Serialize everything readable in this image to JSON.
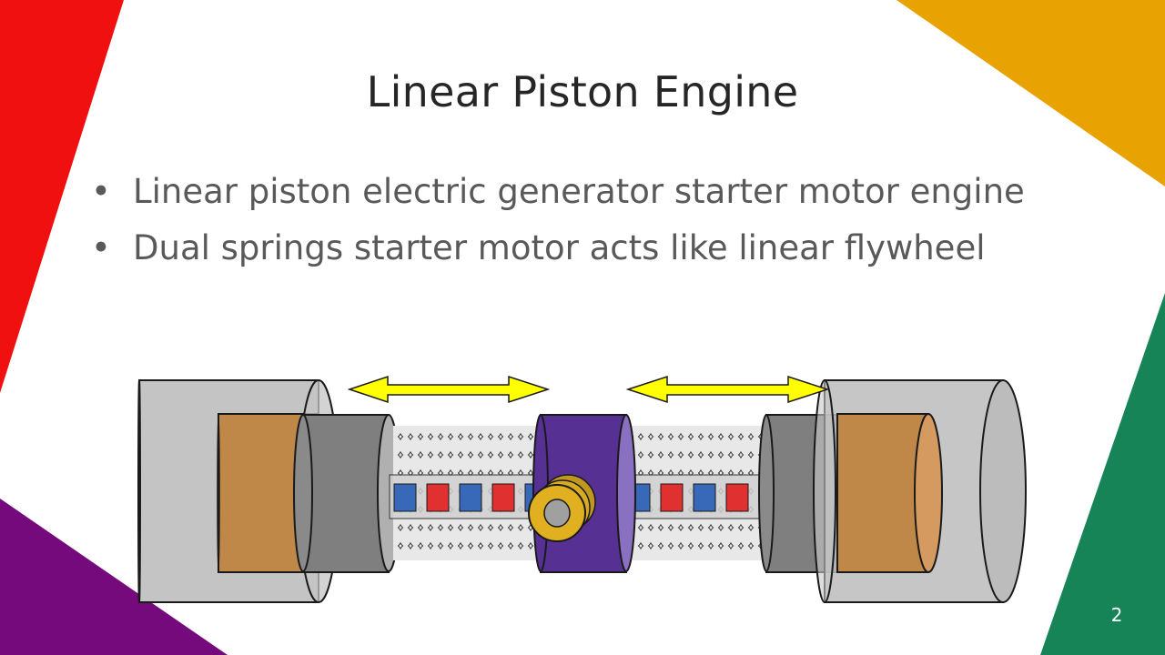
{
  "slide": {
    "title": "Linear Piston Engine",
    "bullets": [
      "Linear piston electric generator starter motor engine",
      "Dual springs starter motor acts like linear flywheel"
    ],
    "page_number": "2"
  },
  "colors": {
    "red": "#f01010",
    "orange": "#e8a202",
    "green": "#168456",
    "purple": "#740a7c",
    "title_text": "#262626",
    "body_text": "#595959",
    "arrow": "#ffff00",
    "center_ring": "#563093",
    "copper": "#c08848",
    "cylinder_gray": "#bcbcbc",
    "inner_gray": "#808080",
    "magnet_blue": "#3868b8",
    "magnet_red": "#e03030",
    "gear": "#e0b020"
  },
  "icons": [
    "bullet-dot",
    "double-arrow-icon"
  ]
}
